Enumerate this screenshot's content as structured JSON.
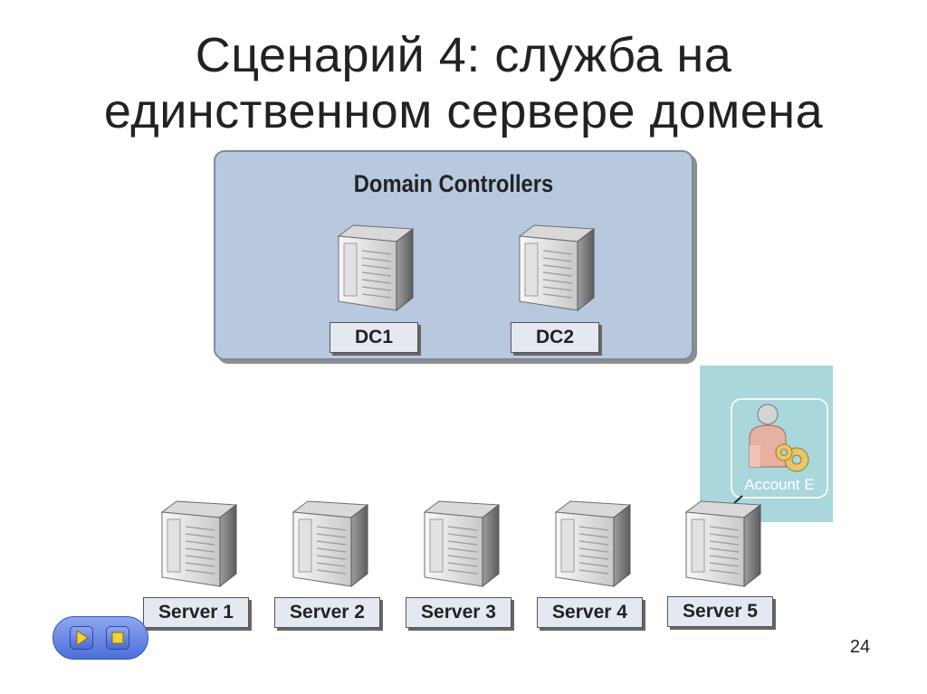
{
  "title_line1": "Сценарий 4: служба на",
  "title_line2": "единственном сервере домена",
  "domain_controllers": {
    "title": "Domain Controllers",
    "items": [
      "DC1",
      "DC2"
    ]
  },
  "servers": [
    "Server 1",
    "Server 2",
    "Server 3",
    "Server 4",
    "Server 5"
  ],
  "account": {
    "label": "Account E",
    "icon": "user-with-gear-icon"
  },
  "connection": {
    "from": "account",
    "to": "Server 5"
  },
  "nav": {
    "play_icon": "play-icon",
    "stop_icon": "stop-icon"
  },
  "page_number": "24",
  "colors": {
    "domain_box": "#b8c8df",
    "account_panel": "#a9d7db",
    "label_bg": "#e4e9f1",
    "nav_blue": "#4e6fd8"
  }
}
